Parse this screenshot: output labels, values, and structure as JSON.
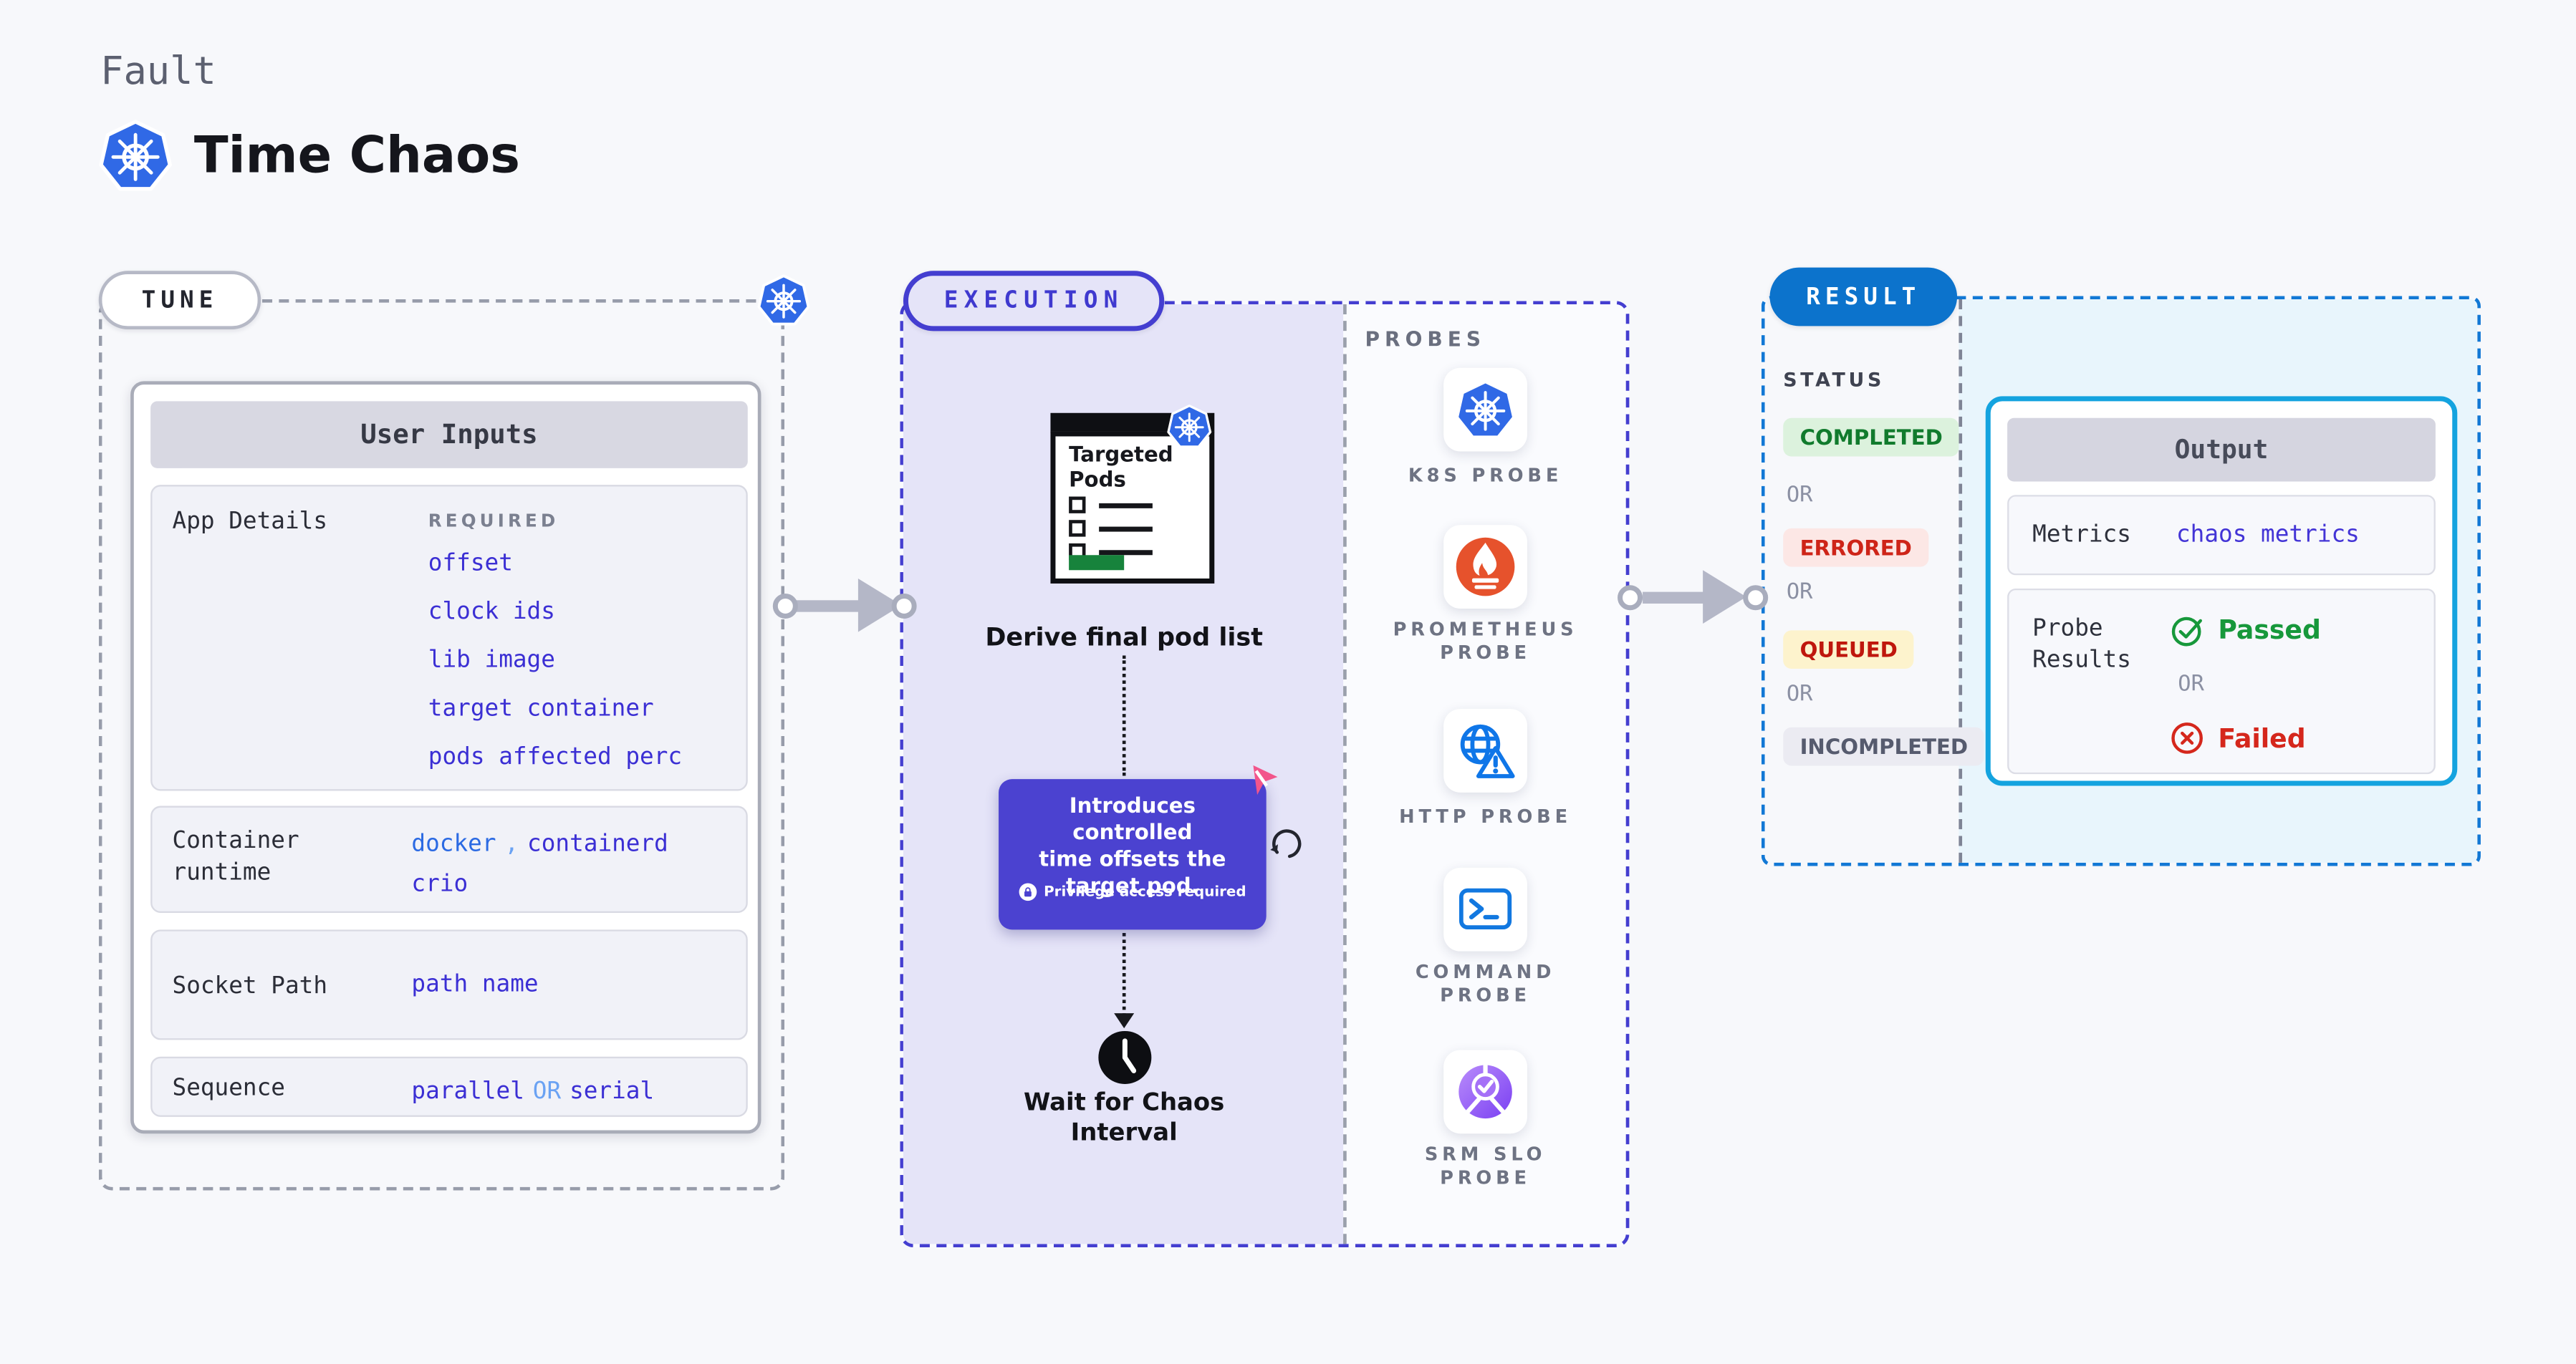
{
  "page": {
    "background": "#f7f8fb"
  },
  "header": {
    "eyebrow": "Fault",
    "title": "Time Chaos",
    "logo": "kubernetes-icon"
  },
  "tune": {
    "pill_label": "TUNE",
    "card_title": "User Inputs",
    "app_details": {
      "label": "App Details",
      "requirement_badge": "REQUIRED",
      "links": [
        "offset",
        "clock ids",
        "lib image",
        "target container",
        "pods affected perc"
      ]
    },
    "container_runtime": {
      "label": "Container\nruntime",
      "value_1": "docker",
      "separator": ",",
      "value_2": "containerd",
      "value_3": "crio"
    },
    "socket_path": {
      "label": "Socket Path",
      "value": "path name"
    },
    "sequence": {
      "label": "Sequence",
      "value_1": "parallel",
      "or": "OR",
      "value_2": "serial"
    }
  },
  "execution": {
    "pill_label": "EXECUTION",
    "targeted_pods": {
      "title": "Targeted\nPods"
    },
    "derive_caption": "Derive final pod list",
    "tooltip": {
      "text": "Introduces controlled\ntime offsets the\ntarget pod.",
      "note": "Privilege access required"
    },
    "wait_caption": "Wait for Chaos\nInterval"
  },
  "probes": {
    "heading": "PROBES",
    "items": [
      {
        "label": "K8S PROBE",
        "icon": "kubernetes-icon"
      },
      {
        "label": "PROMETHEUS\nPROBE",
        "icon": "prometheus-icon"
      },
      {
        "label": "HTTP PROBE",
        "icon": "http-globe-icon"
      },
      {
        "label": "COMMAND\nPROBE",
        "icon": "terminal-icon"
      },
      {
        "label": "SRM SLO\nPROBE",
        "icon": "slo-pie-icon"
      }
    ]
  },
  "result": {
    "pill_label": "RESULT",
    "status_heading": "STATUS",
    "or": "OR",
    "statuses": [
      {
        "label": "COMPLETED",
        "bg": "#dcf2dd",
        "fg": "#117b2d"
      },
      {
        "label": "ERRORED",
        "bg": "#fce7e5",
        "fg": "#ce2418"
      },
      {
        "label": "QUEUED",
        "bg": "#fdf3cd",
        "fg": "#bf170d"
      },
      {
        "label": "INCOMPLETED",
        "bg": "#ebebf2",
        "fg": "#565b6e"
      }
    ],
    "output": {
      "title": "Output",
      "metrics_label": "Metrics",
      "metrics_value": "chaos metrics",
      "probe_results_label": "Probe\nResults",
      "passed_label": "Passed",
      "or": "OR",
      "failed_label": "Failed"
    }
  },
  "colors": {
    "kubernetes_blue": "#3069e6",
    "indigo_link": "#3b2fd4",
    "royal_link": "#2b6ae3",
    "sky_or": "#6aa2f3",
    "execution_accent": "#443ed0",
    "execution_bg": "#e5e4f8",
    "result_accent": "#0c73cc",
    "result_dashed": "#1278d5",
    "result_bg": "#e8f5fc",
    "output_border": "#14a3df",
    "passed_green": "#17983b",
    "failed_red": "#d5271c",
    "prometheus_orange": "#e6522c",
    "tooltip_indigo": "#4b42d0",
    "progress_green": "#17833c"
  }
}
